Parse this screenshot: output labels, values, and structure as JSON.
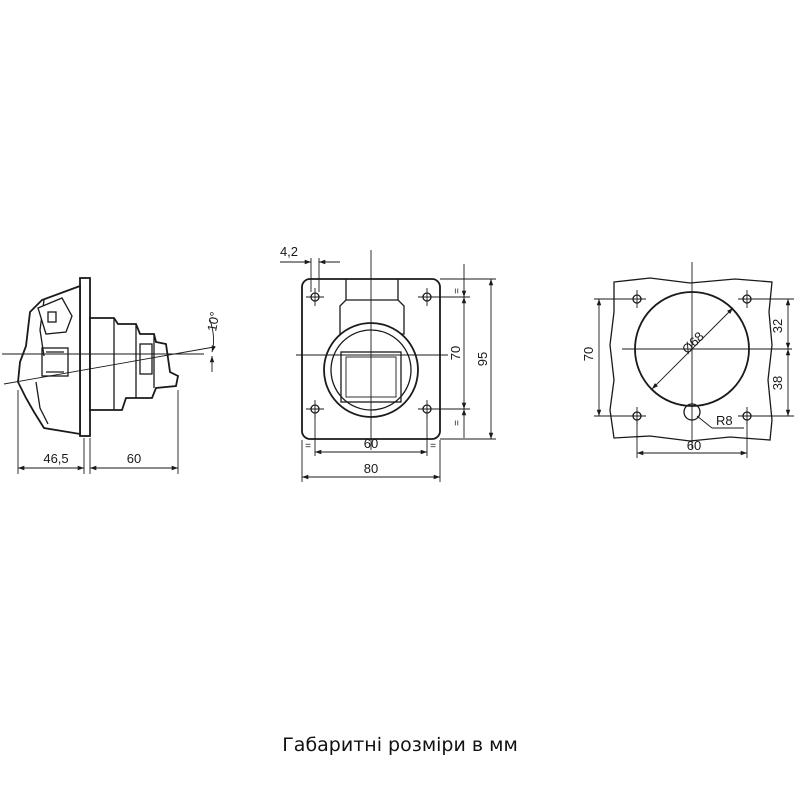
{
  "caption": "Габаритні розміри в мм",
  "side_view": {
    "angle_label": "10°",
    "dim_depth_front": "46,5",
    "dim_depth_back": "60"
  },
  "front_view": {
    "dim_hole": "4,2",
    "dim_hole_spacing_h": "60",
    "dim_width": "80",
    "dim_hole_spacing_v": "70",
    "dim_height": "95",
    "equal_mark": "="
  },
  "cutout_view": {
    "dim_diameter": "Ø68",
    "dim_radius": "R8",
    "dim_hole_spacing_v": "70",
    "dim_hole_spacing_h": "60",
    "dim_upper": "32",
    "dim_lower": "38"
  }
}
